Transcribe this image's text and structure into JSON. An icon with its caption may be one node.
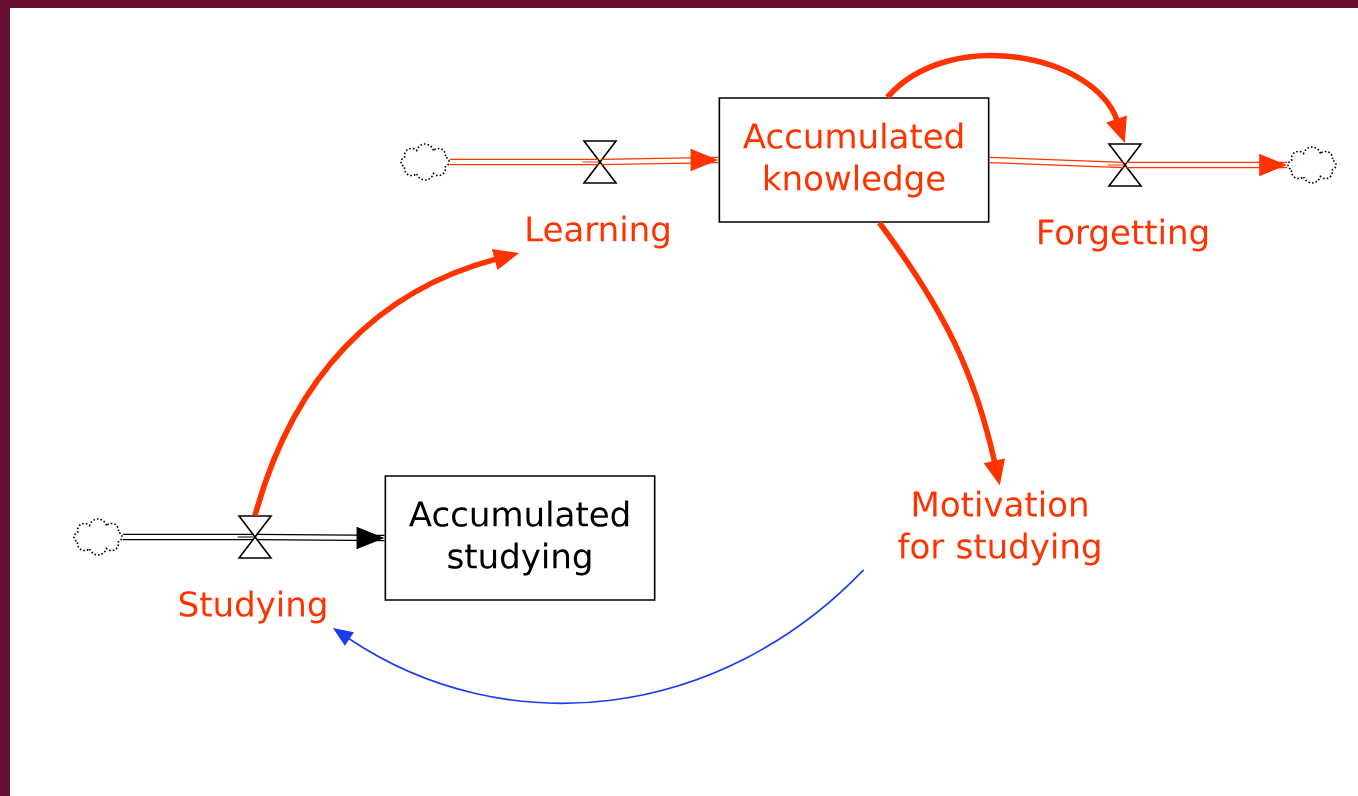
{
  "diagram": {
    "nodes": [
      {
        "text": [],
        "shape": "cloud"
      },
      {
        "text": [
          "Learning"
        ]
      },
      {
        "text": [
          "Accumulated knowledge"
        ]
      },
      {
        "text": [
          "Forgetting"
        ]
      },
      {
        "text": [],
        "shape": "cloud"
      },
      {
        "text": [
          "Motivation for studying"
        ]
      },
      {
        "text": [],
        "shape": "cloud"
      },
      {
        "text": [
          "Studying"
        ]
      },
      {
        "text": [
          "Accumulated studying"
        ]
      }
    ],
    "edges": [
      {
        "from": 0,
        "to": 1,
        "arrow": "none"
      },
      {
        "from": 1,
        "to": 2,
        "arrow": "to"
      },
      {
        "from": 2,
        "to": 3,
        "arrow": "none"
      },
      {
        "from": 3,
        "to": 4,
        "arrow": "to"
      },
      {
        "from": 6,
        "to": 7,
        "arrow": "none",
        "color": "#000000"
      },
      {
        "from": 7,
        "to": 8,
        "arrow": "to",
        "color": "#000000"
      },
      {
        "from": 2,
        "to": 3,
        "arrow": "to",
        "style": "thick"
      },
      {
        "from": 2,
        "to": 5,
        "arrow": "to",
        "style": "thick"
      },
      {
        "from": 7,
        "to": 1,
        "arrow": "to",
        "style": "thick"
      },
      {
        "from": 5,
        "to": 7,
        "arrow": "to",
        "color": "#1a3cf0"
      }
    ]
  }
}
